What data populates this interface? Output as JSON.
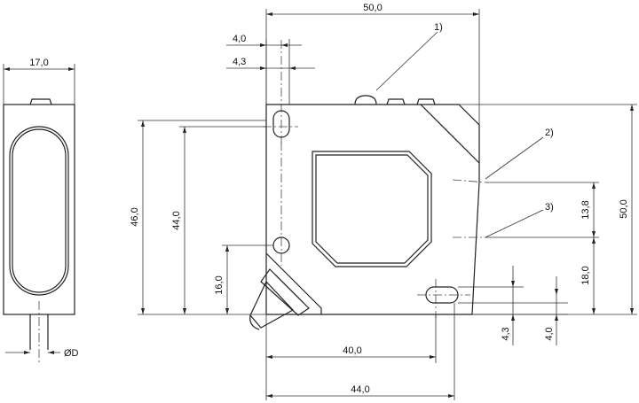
{
  "dimensions": {
    "side_width": "17,0",
    "top_width": "50,0",
    "hole_offset_a": "4,0",
    "hole_offset_b": "4,3",
    "left_height_outer": "46,0",
    "left_height_inner": "44,0",
    "lower_hole_height": "16,0",
    "right_height": "50,0",
    "right_gap": "13,8",
    "right_lower": "18,0",
    "right_bottom_a": "4,3",
    "right_bottom_b": "4,0",
    "bottom_inner": "40,0",
    "bottom_outer": "44,0",
    "diameter": "ØD"
  },
  "callouts": {
    "c1": "1)",
    "c2": "2)",
    "c3": "3)"
  }
}
